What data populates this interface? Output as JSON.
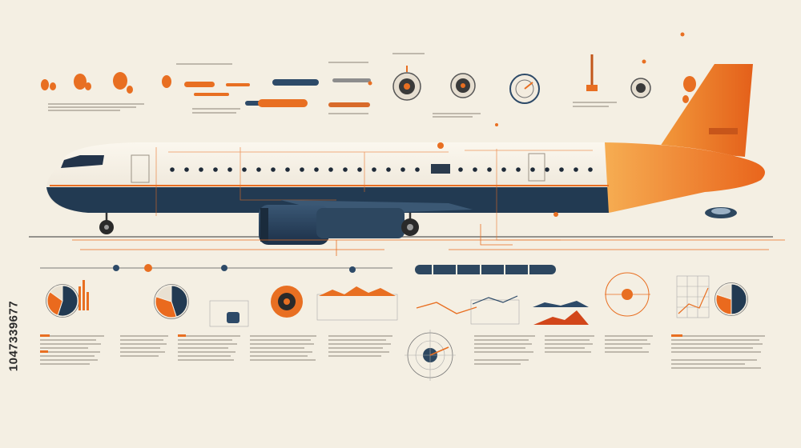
{
  "watermark": {
    "id_number": "1047339677"
  },
  "colors": {
    "background": "#f4efe3",
    "fuselage": "#f3ecdf",
    "navy": "#223a52",
    "orange": "#ea6a1e",
    "ink": "#4a4a4a"
  },
  "gauges": [
    {
      "name": "gauge-one"
    },
    {
      "name": "gauge-two"
    },
    {
      "name": "gauge-three"
    },
    {
      "name": "gauge-four"
    }
  ],
  "pie_charts": [
    {
      "name": "pie-chart-left",
      "slices": [
        0.55,
        0.3,
        0.15
      ]
    },
    {
      "name": "pie-chart-middle",
      "slices": [
        0.45,
        0.35,
        0.2
      ]
    },
    {
      "name": "pie-chart-right",
      "slices": [
        0.5,
        0.3,
        0.2
      ]
    }
  ]
}
